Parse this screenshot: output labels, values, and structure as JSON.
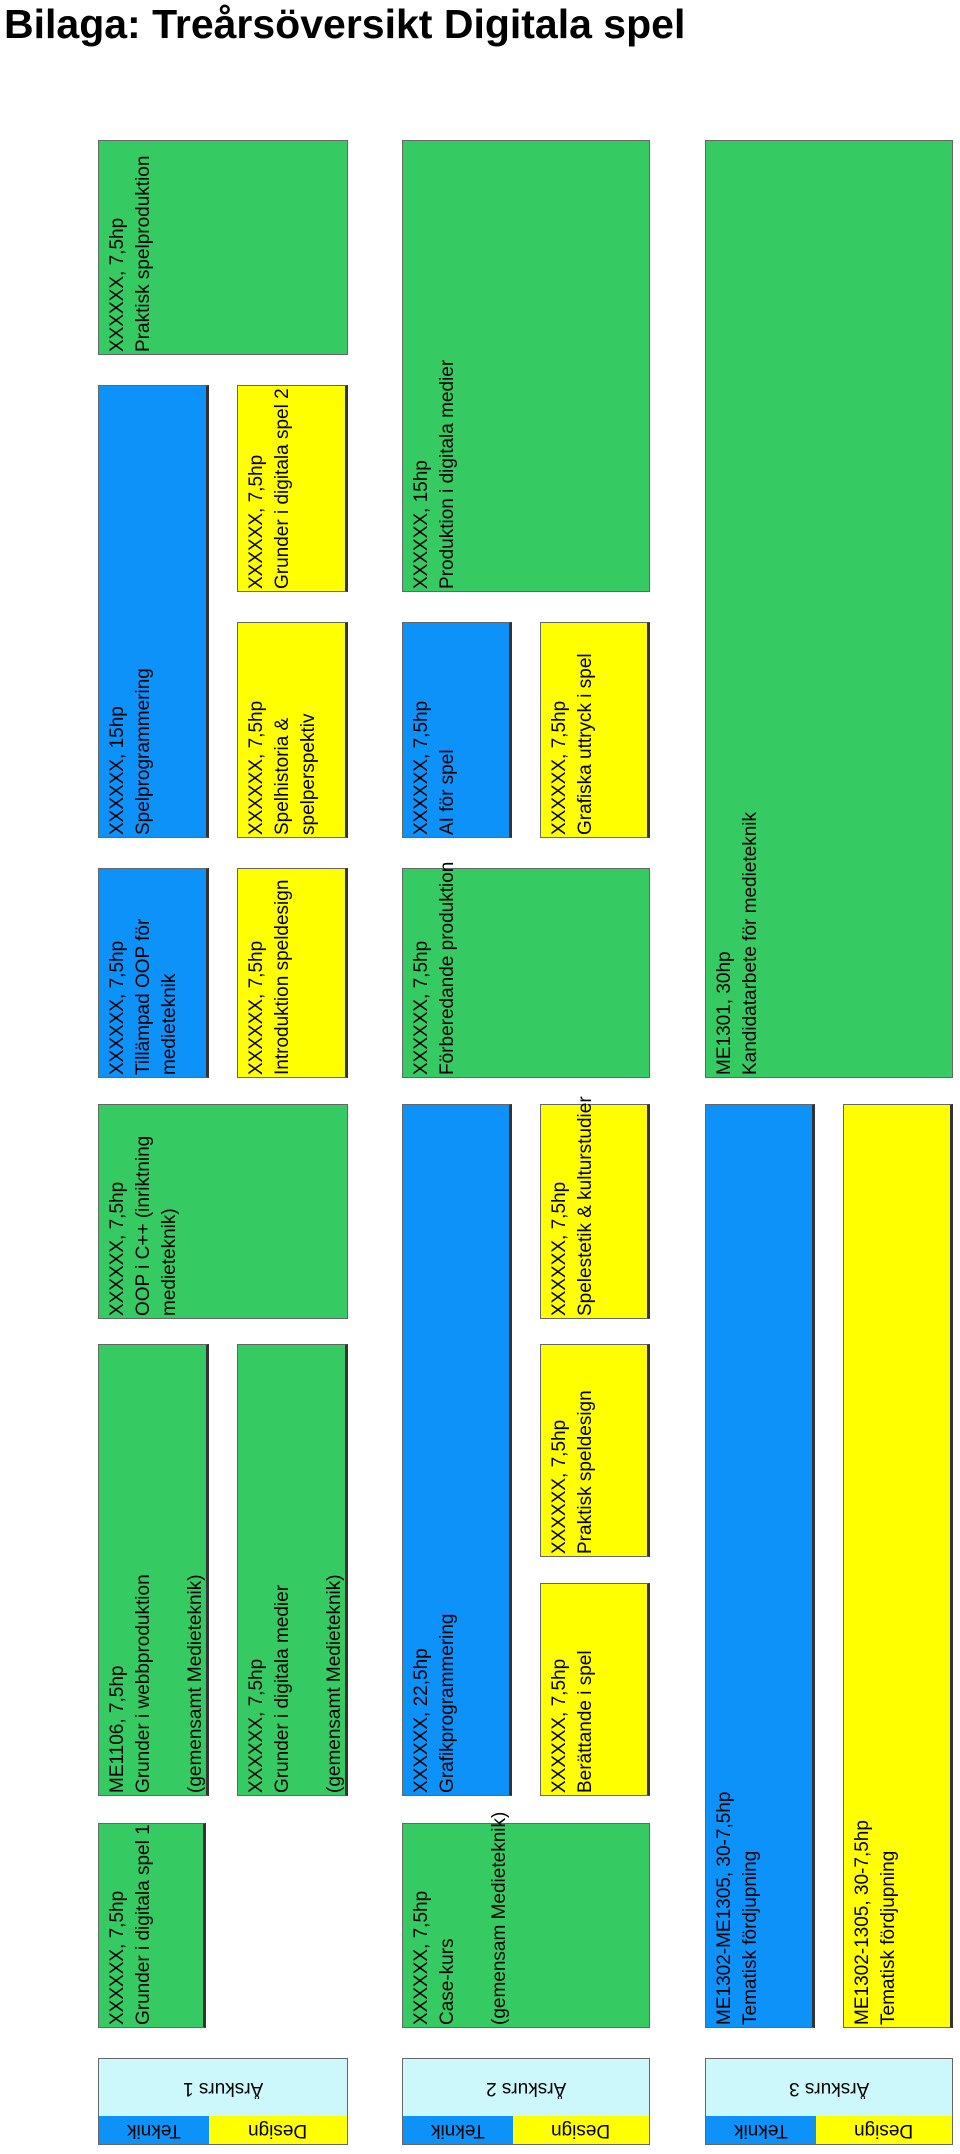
{
  "title": "Bilaga: Treårsöversikt Digitala spel",
  "colors": {
    "green": "#35CB62",
    "blue": "#0D92F9",
    "yellow": "#FFFF00",
    "lightblue": "#CCF7FB",
    "border": "#555555"
  },
  "years": [
    {
      "label": "Årskurs 1",
      "teknik": "Teknik",
      "design": "Design"
    },
    {
      "label": "Årskurs 2",
      "teknik": "Teknik",
      "design": "Design"
    },
    {
      "label": "Årskurs 3",
      "teknik": "Teknik",
      "design": "Design"
    }
  ],
  "courses": {
    "y1_grunder_spel1": {
      "code": "XXXXXX, 7,5hp",
      "name": "Grunder i digitala spel 1"
    },
    "y1_webb": {
      "code": "ME1106, 7,5hp",
      "name": "Grunder i webbproduktion",
      "note": "(gemensamt Medieteknik)"
    },
    "y1_digitala_medier": {
      "code": "XXXXXX, 7,5hp",
      "name": "Grunder i digitala medier",
      "note": "(gemensamt Medieteknik)"
    },
    "y1_oop": {
      "code": "XXXXXX, 7,5hp",
      "name": "OOP i C++ (inriktning",
      "name2": "medieteknik)"
    },
    "y1_tillampad": {
      "code": "XXXXXX, 7,5hp",
      "name": "Tillämpad OOP för",
      "name2": "medieteknik"
    },
    "y1_intro_speldesign": {
      "code": "XXXXXX, 7,5hp",
      "name": "Introduktion speldesign"
    },
    "y1_spelprog": {
      "code": "XXXXXX, 15hp",
      "name": "Spelprogrammering"
    },
    "y1_spelhistoria": {
      "code": "XXXXXX, 7,5hp",
      "name": "Spelhistoria &",
      "name2": "spelperspektiv"
    },
    "y1_grunder_spel2": {
      "code": "XXXXXX, 7,5hp",
      "name": "Grunder i digitala spel 2"
    },
    "y1_praktisk_spelprod": {
      "code": "XXXXXX, 7,5hp",
      "name": "Praktisk spelproduktion"
    },
    "y2_case": {
      "code": "XXXXXX, 7,5hp",
      "name": "Case-kurs",
      "note": "(gemensam Medieteknik)"
    },
    "y2_grafik": {
      "code": "XXXXXX, 22,5hp",
      "name": "Grafikprogrammering"
    },
    "y2_berattande": {
      "code": "XXXXXX, 7,5hp",
      "name": "Berättande i spel"
    },
    "y2_praktisk_speldesign": {
      "code": "XXXXXX, 7,5hp",
      "name": "Praktisk speldesign"
    },
    "y2_spelestetik": {
      "code": "XXXXXX, 7,5hp",
      "name": "Spelestetik & kulturstudier"
    },
    "y2_forberedande": {
      "code": "XXXXXX, 7,5hp",
      "name": "Förberedande produktion"
    },
    "y2_ai": {
      "code": "XXXXXX, 7,5hp",
      "name": "AI för spel"
    },
    "y2_grafiska": {
      "code": "XXXXXX, 7,5hp",
      "name": "Grafiska uttryck i spel"
    },
    "y2_produktion": {
      "code": "XXXXXX, 15hp",
      "name": "Produktion i digitala medier"
    },
    "y3_tematisk_teknik": {
      "code": "ME1302-ME1305, 30-7,5hp",
      "name": "Tematisk fördjupning"
    },
    "y3_tematisk_design": {
      "code": "ME1302-1305, 30-7,5hp",
      "name": "Tematisk fördjupning"
    },
    "y3_kandidat": {
      "code": "ME1301, 30hp",
      "name": "Kandidatarbete för medieteknik"
    }
  }
}
